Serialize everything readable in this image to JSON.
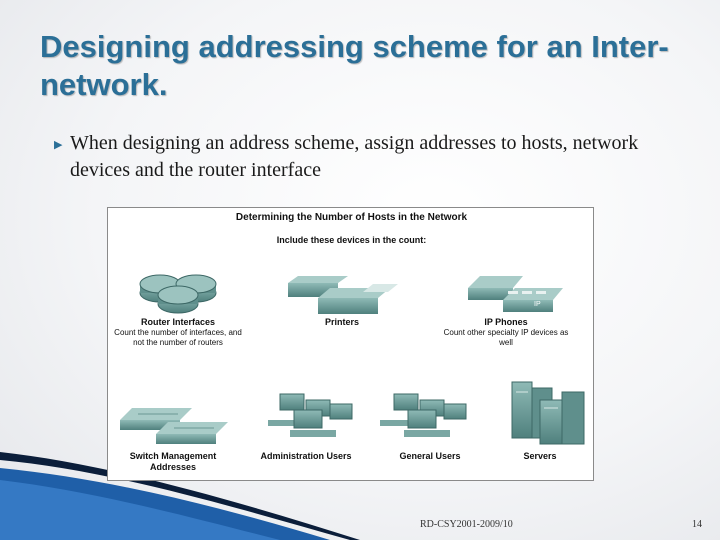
{
  "slide": {
    "title": "Designing addressing scheme for an Inter-network.",
    "bullet": "When designing an address scheme, assign addresses to hosts, network devices and the router interface",
    "footer_left": "RD-CSY2001-2009/10",
    "page_number": "14"
  },
  "figure": {
    "title": "Determining the Number of Hosts in the Network",
    "subtitle": "Include these devices in the count:",
    "items": [
      {
        "label": "Router Interfaces",
        "desc": "Count the number of interfaces, and not the number of routers",
        "icon": "router-icon"
      },
      {
        "label": "Printers",
        "desc": "",
        "icon": "printer-icon"
      },
      {
        "label": "IP Phones",
        "desc": "Count other specialty  IP devices as well",
        "icon": "ip-phone-icon",
        "icon_text": "IP"
      },
      {
        "label": "Switch Management Addresses",
        "desc": "",
        "icon": "switch-icon"
      },
      {
        "label": "Administration Users",
        "desc": "",
        "icon": "computer-icon"
      },
      {
        "label": "General Users",
        "desc": "",
        "icon": "computer-icon"
      },
      {
        "label": "Servers",
        "desc": "",
        "icon": "server-icon"
      }
    ]
  },
  "colors": {
    "title": "#2b6f97",
    "device_teal": "#6f9e9b",
    "swoosh_blue": "#1f5fa8"
  }
}
